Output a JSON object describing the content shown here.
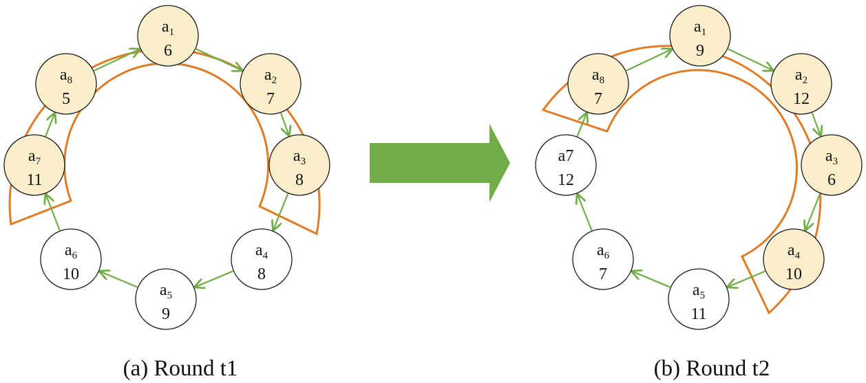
{
  "colors": {
    "highlight_fill": "#fbeecb",
    "normal_fill": "#ffffff",
    "ring_stroke": "#e07b24",
    "edge_stroke": "#70ad47",
    "big_arrow": "#70ad47"
  },
  "panels": [
    {
      "caption": "(a) Round t1",
      "nodes": [
        {
          "main": "a",
          "sub": "1",
          "value": "6",
          "highlight": true
        },
        {
          "main": "a",
          "sub": "2",
          "value": "7",
          "highlight": true
        },
        {
          "main": "a",
          "sub": "3",
          "value": "8",
          "highlight": true
        },
        {
          "main": "a",
          "sub": "4",
          "value": "8",
          "highlight": false
        },
        {
          "main": "a",
          "sub": "5",
          "value": "9",
          "highlight": false
        },
        {
          "main": "a",
          "sub": "6",
          "value": "10",
          "highlight": false
        },
        {
          "main": "a",
          "sub": "7",
          "value": "11",
          "highlight": true
        },
        {
          "main": "a",
          "sub": "8",
          "value": "5",
          "highlight": true
        }
      ]
    },
    {
      "caption": "(b) Round t2",
      "nodes": [
        {
          "main": "a",
          "sub": "1",
          "value": "9",
          "highlight": true
        },
        {
          "main": "a",
          "sub": "2",
          "value": "12",
          "highlight": true
        },
        {
          "main": "a",
          "sub": "3",
          "value": "6",
          "highlight": true
        },
        {
          "main": "a",
          "sub": "4",
          "value": "10",
          "highlight": true
        },
        {
          "main": "a",
          "sub": "5",
          "value": "11",
          "highlight": false
        },
        {
          "main": "a",
          "sub": "6",
          "value": "7",
          "highlight": false
        },
        {
          "main": "a7",
          "sub": "",
          "value": "12",
          "highlight": false
        },
        {
          "main": "a",
          "sub": "8",
          "value": "7",
          "highlight": true
        }
      ]
    }
  ]
}
